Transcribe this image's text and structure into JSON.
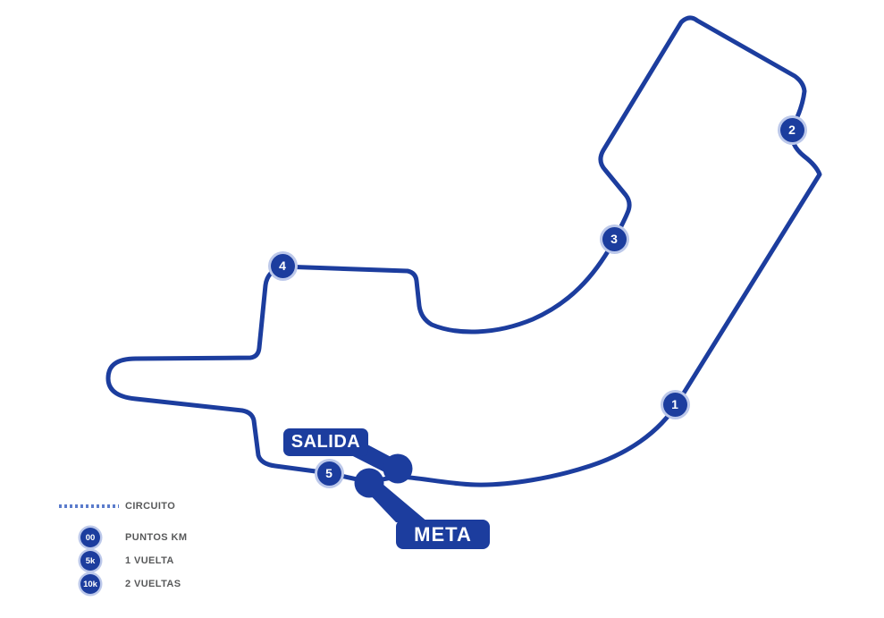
{
  "colors": {
    "track": "#1c3d9e",
    "halo": "#bcc8ea",
    "label_text": "#ffffff",
    "legend_text": "#58595a",
    "background": "#ffffff"
  },
  "circuit": {
    "start_label": "SALIDA",
    "finish_label": "META",
    "km_markers": [
      {
        "label": "1"
      },
      {
        "label": "2"
      },
      {
        "label": "3"
      },
      {
        "label": "4"
      },
      {
        "label": "5"
      }
    ]
  },
  "legend": {
    "circuito": {
      "label": "CIRCUITO"
    },
    "puntos_km": {
      "badge": "00",
      "label": "PUNTOS KM"
    },
    "una_vuelta": {
      "badge": "5k",
      "label": "1 VUELTA"
    },
    "dos_vueltas": {
      "badge": "10k",
      "label": "2 VUELTAS"
    }
  }
}
